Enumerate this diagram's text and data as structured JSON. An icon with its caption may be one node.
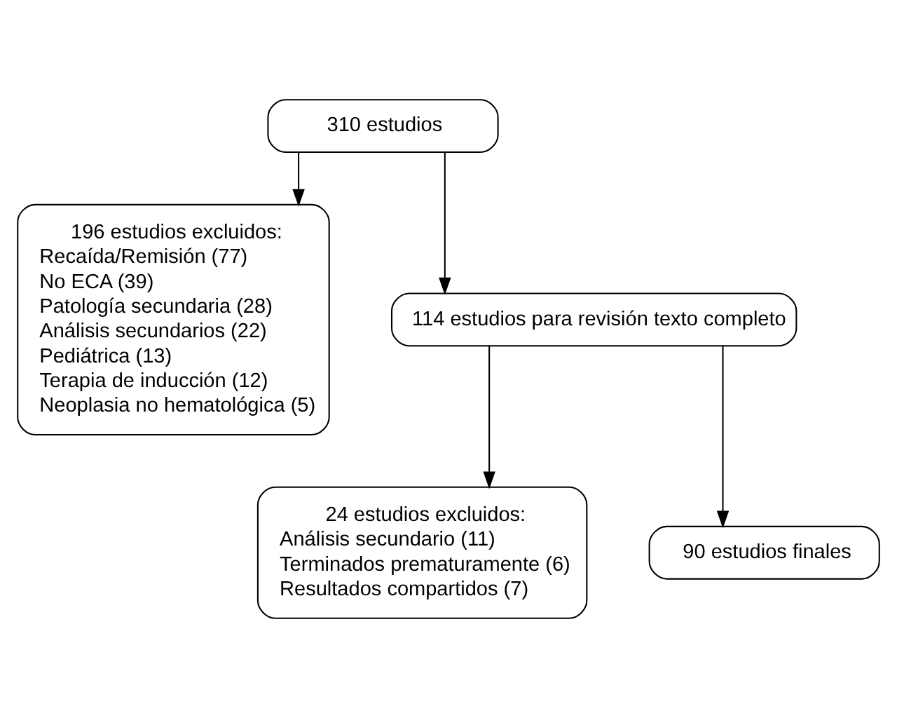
{
  "diagram": {
    "nodes": [
      {
        "text": [
          "310 estudios"
        ]
      },
      {
        "text": [
          "196 estudios excluidos:",
          "Recaída/Remisión (77)",
          "No ECA (39)",
          "Patología secundaria (28)",
          "Análisis secundarios (22)",
          "Pediátrica (13)",
          "Terapia de inducción (12)",
          "Neoplasia no hematológica (5)"
        ]
      },
      {
        "text": [
          "114 estudios para revisión texto completo"
        ]
      },
      {
        "text": [
          "24 estudios excluidos:",
          "Análisis secundario (11)",
          "Terminados prematuramente (6)",
          "Resultados compartidos (7)"
        ]
      },
      {
        "text": [
          "90 estudios finales"
        ]
      }
    ],
    "edges": [
      {
        "from": 0,
        "to": 2,
        "arrow": "to"
      },
      {
        "from": 0,
        "to": 1,
        "arrow": "to"
      },
      {
        "from": 2,
        "to": 4,
        "arrow": "to"
      },
      {
        "from": 2,
        "to": 3,
        "arrow": "to"
      }
    ]
  }
}
